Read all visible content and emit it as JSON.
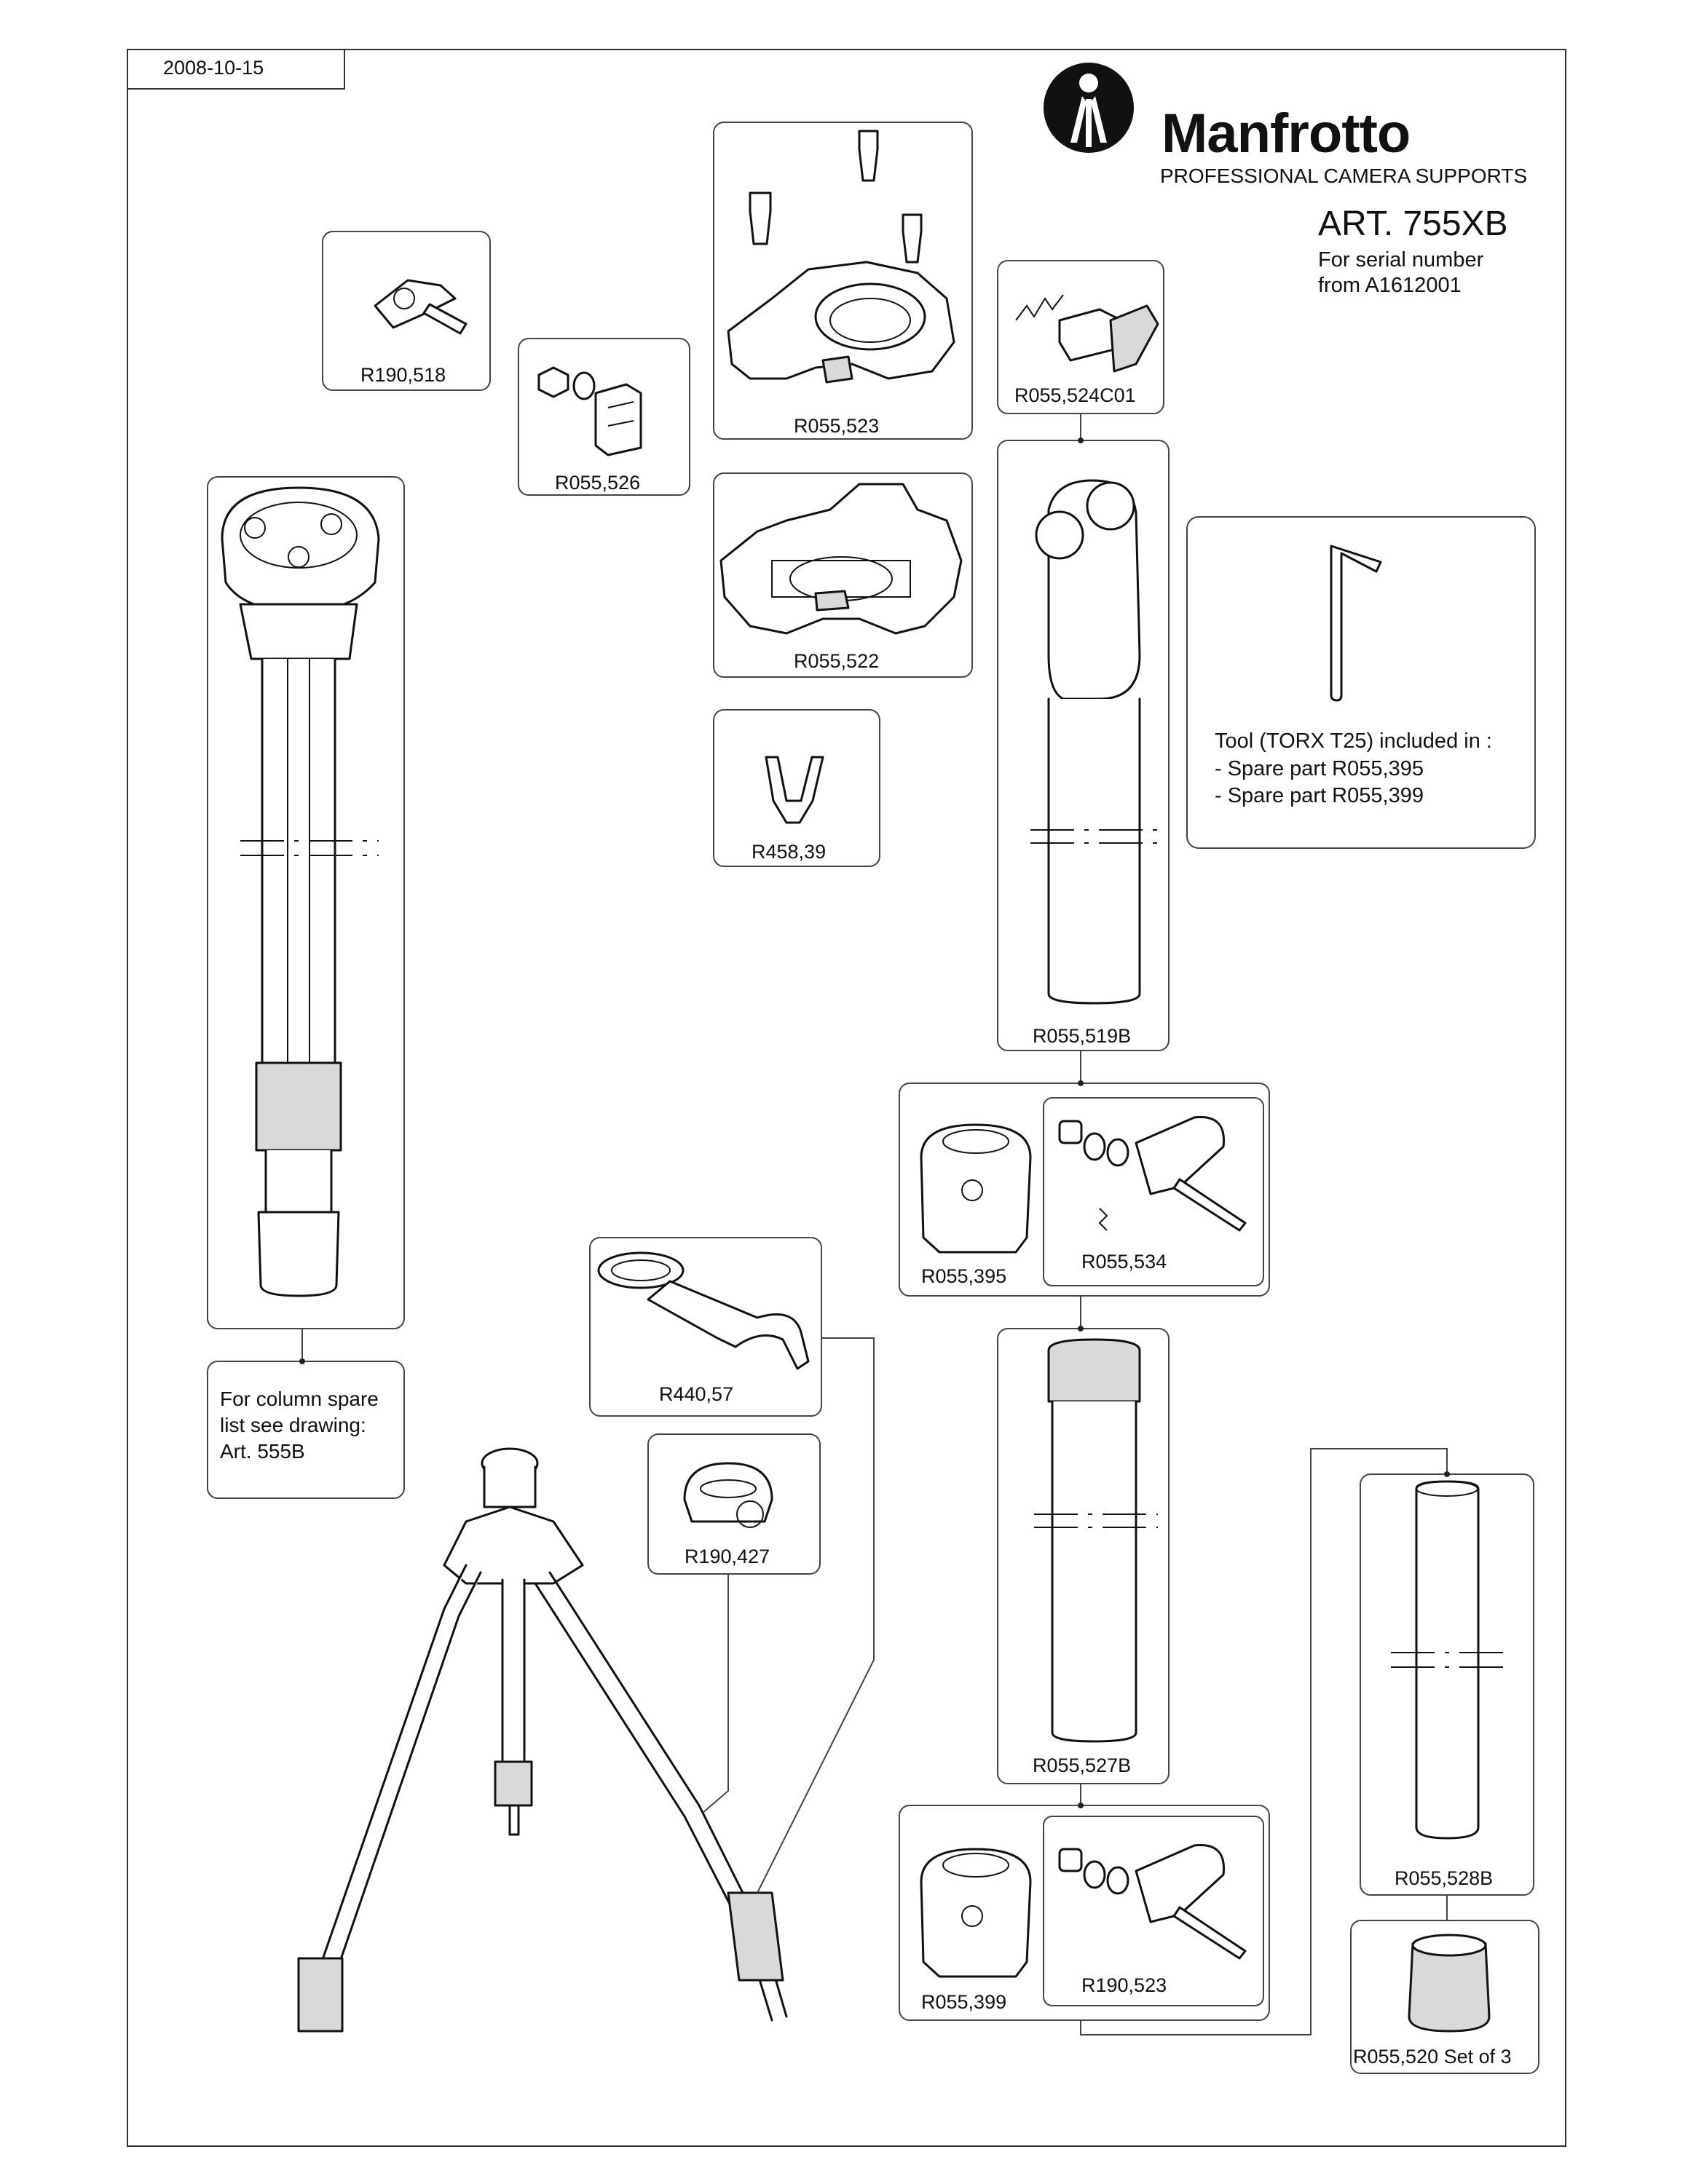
{
  "header": {
    "date": "2008-10-15",
    "brand_name": "Manfrotto",
    "brand_tagline": "PROFESSIONAL CAMERA SUPPORTS",
    "article": "ART. 755XB",
    "serial_line1": "For serial number",
    "serial_line2": "from A1612001"
  },
  "notes": {
    "tool_line1": "Tool (TORX T25) included in :",
    "tool_line2": "- Spare part R055,395",
    "tool_line3": "- Spare part R055,399",
    "column_line1": "For column spare",
    "column_line2": "list see drawing:",
    "column_line3": "Art. 555B"
  },
  "parts": {
    "r190_518": "R190,518",
    "r055_526": "R055,526",
    "r055_523": "R055,523",
    "r055_524c01": "R055,524C01",
    "r055_522": "R055,522",
    "r458_39": "R458,39",
    "r055_519b": "R055,519B",
    "r055_395": "R055,395",
    "r055_534": "R055,534",
    "r440_57": "R440,57",
    "r190_427": "R190,427",
    "r055_527b": "R055,527B",
    "r055_528b": "R055,528B",
    "r055_399": "R055,399",
    "r190_523": "R190,523",
    "r055_520": "R055,520 Set of 3"
  },
  "colors": {
    "line": "#111111",
    "background": "#ffffff"
  },
  "icons": [
    "manfrotto-logo-icon"
  ]
}
